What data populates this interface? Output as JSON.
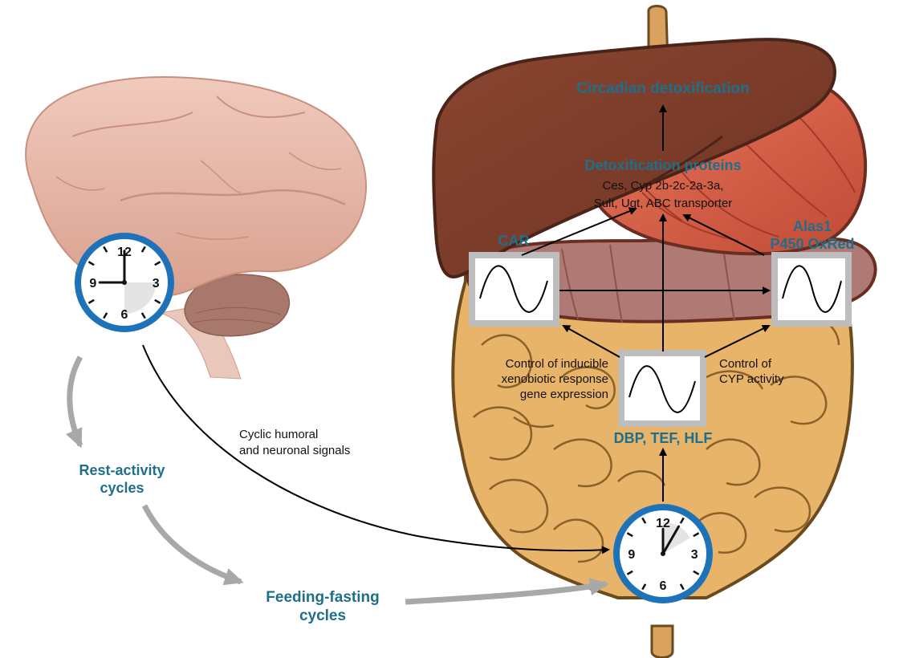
{
  "labels": {
    "circadian_detox": "Circadian detoxification",
    "detox_proteins_title": "Detoxification proteins",
    "detox_proteins_line1": "Ces, Cyp 2b-2c-2a-3a,",
    "detox_proteins_line2": "Sult, Ugt, ABC transporter",
    "car": "CAR",
    "alas1": "Alas1",
    "p450": "P450 OxRed",
    "control_inducible_1": "Control of inducible",
    "control_inducible_2": "xenobiotic response",
    "control_inducible_3": "gene expression",
    "control_cyp_1": "Control of",
    "control_cyp_2": "CYP activity",
    "dbp_tef_hlf": "DBP, TEF, HLF",
    "cyclic_1": "Cyclic humoral",
    "cyclic_2": "and neuronal signals",
    "rest_activity_1": "Rest-activity",
    "rest_activity_2": "cycles",
    "feeding_fasting_1": "Feeding-fasting",
    "feeding_fasting_2": "cycles"
  },
  "clock_numbers": {
    "n12": "12",
    "n3": "3",
    "n6": "6",
    "n9": "9"
  },
  "colors": {
    "label_blue": "#1f6f8b",
    "clock_ring": "#1e73b8",
    "liver": "#7a3b28",
    "stomach": "#d8634a",
    "intestine": "#e8b46a",
    "brain": "#e2b1a2",
    "grey_arrow": "#a8a8a8"
  },
  "icons": [
    "brain-illustration",
    "liver-illustration",
    "stomach-illustration",
    "intestine-illustration",
    "clock-icon",
    "sine-wave-icon"
  ]
}
